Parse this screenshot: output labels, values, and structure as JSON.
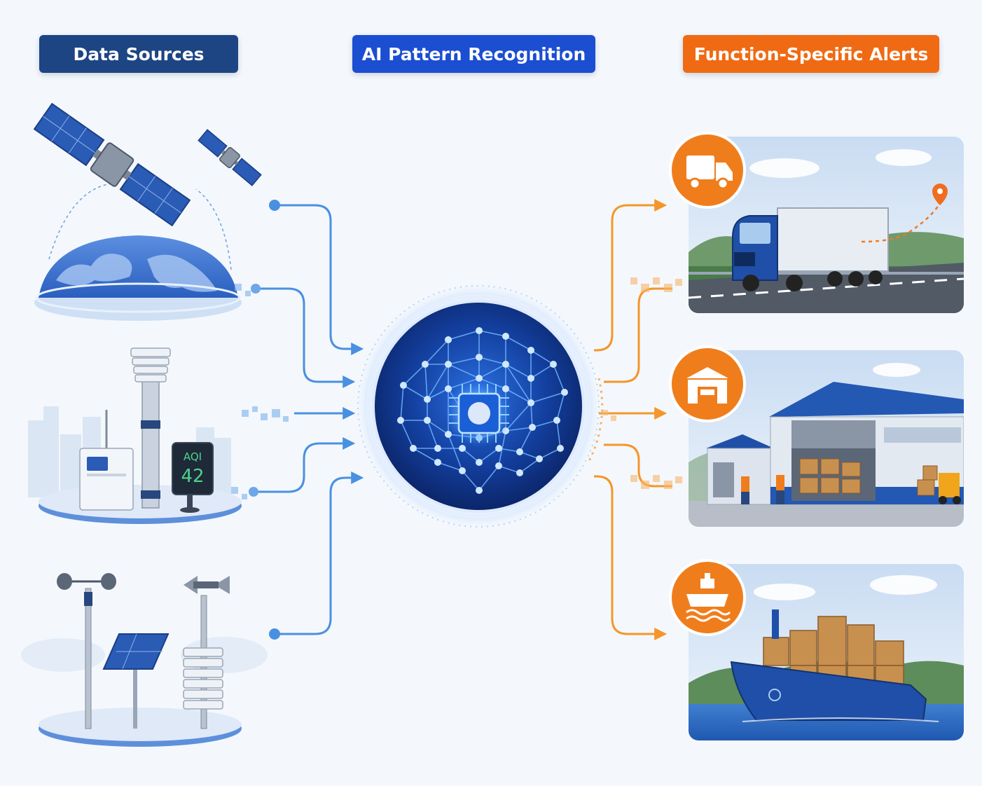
{
  "headers": {
    "sources": "Data Sources",
    "ai": "AI Pattern Recognition",
    "alerts": "Function-Specific Alerts"
  },
  "aqi": {
    "label": "AQI",
    "value": "42"
  },
  "sources": [
    {
      "icon": "satellite-globe-icon"
    },
    {
      "icon": "air-quality-station-icon"
    },
    {
      "icon": "weather-station-icon"
    }
  ],
  "alerts": [
    {
      "icon": "truck-icon"
    },
    {
      "icon": "warehouse-icon"
    },
    {
      "icon": "ship-icon"
    }
  ],
  "colors": {
    "navy": "#1d4583",
    "blue": "#1b4ed1",
    "orange": "#ef6a13",
    "flow_blue": "#4a90e2",
    "flow_orange": "#f5962a"
  }
}
